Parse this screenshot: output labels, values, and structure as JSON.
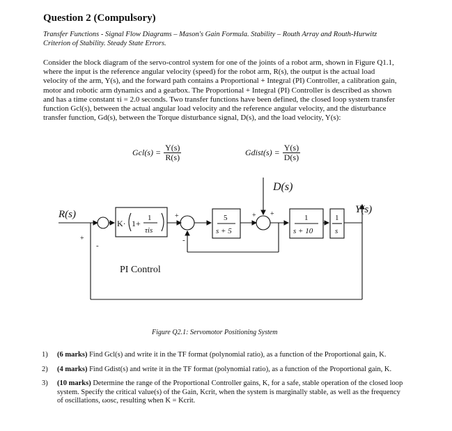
{
  "title": "Question 2 (Compulsory)",
  "subtitle": "Transfer Functions - Signal Flow Diagrams – Mason's Gain Formula. Stability – Routh Array and Routh-Hurwitz Criterion of Stability. Steady State Errors.",
  "paragraph": "Consider the block diagram of the servo-control system for one of the joints of a robot arm, shown in Figure Q1.1, where the input is the reference angular velocity (speed) for the robot arm, R(s), the output is the actual load velocity of the arm, Y(s), and the forward path contains a Proportional + Integral (PI) Controller, a calibration gain, motor and robotic arm dynamics and a gearbox. The Proportional + Integral (PI) Controller is described as shown and has a time constant τi = 2.0 seconds. Two transfer functions have been defined, the closed loop system transfer function Gcl(s), between the actual angular load velocity and the reference angular velocity, and the disturbance transfer function, Gd(s), between the Torque disturbance signal, D(s), and the load velocity, Y(s):",
  "equations": {
    "gcl_lhs": "Gcl(s) =",
    "gcl_num": "Y(s)",
    "gcl_den": "R(s)",
    "gdist_lhs": "Gdist(s) =",
    "gdist_num": "Y(s)",
    "gdist_den": "D(s)"
  },
  "diagram": {
    "input_label": "R(s)",
    "output_label": "Y(s)",
    "disturbance_label": "D(s)",
    "pi_block_k": "K·",
    "pi_block_one": "1+",
    "pi_block_num": "1",
    "pi_block_den": "τis",
    "pi_label": "PI Control",
    "block2_num": "5",
    "block2_den": "s + 5",
    "block3_num": "1",
    "block3_den": "s + 10",
    "block4_num": "1",
    "block4_den": "s",
    "plus": "+",
    "minus": "-"
  },
  "caption": "Figure Q2.1: Servomotor Positioning System",
  "questions": [
    {
      "number": "1)",
      "marks": "(6 marks)",
      "text": "Find Gcl(s) and write it in the TF format (polynomial ratio), as a function of the Proportional gain, K."
    },
    {
      "number": "2)",
      "marks": "(4 marks)",
      "text": "Find Gdist(s) and write it in the TF format (polynomial ratio), as a function of the Proportional gain, K."
    },
    {
      "number": "3)",
      "marks": "(10 marks)",
      "text": "Determine the range of the Proportional Controller gains, K, for a safe, stable operation of the closed loop system. Specify the critical value(s) of the Gain, Kcrit, when the system is marginally stable, as well as the frequency of oscillations, ωosc, resulting when K = Kcrit."
    }
  ]
}
